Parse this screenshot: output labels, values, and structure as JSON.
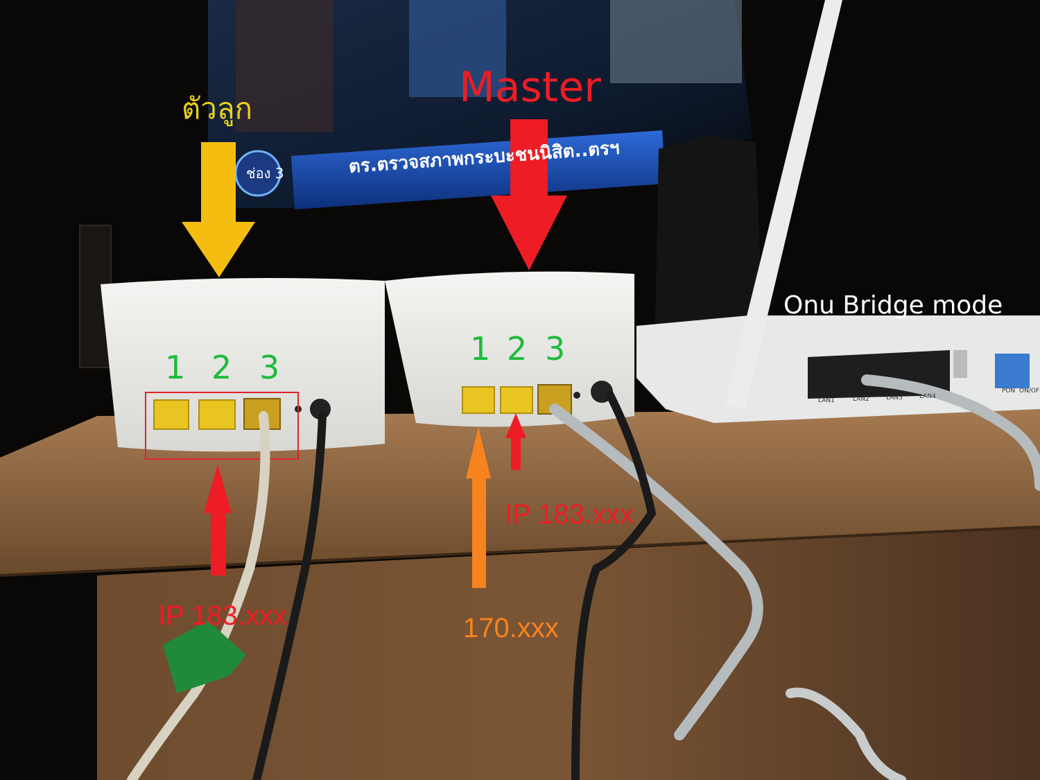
{
  "annotations": {
    "child_node_label": "ตัวลูก",
    "master_label": "Master",
    "onu_label": "Onu Bridge mode",
    "left_port_numbers": [
      "1",
      "2",
      "3"
    ],
    "master_port_numbers": [
      "1",
      "2",
      "3"
    ],
    "left_ip_label": "IP 183.xxx",
    "master_ip_label": "IP 183.xxx",
    "orange_ip_label": "170.xxx"
  },
  "tv": {
    "ticker_text": "ตร.ตรวจสภาพกระบะชนนิสิต..ตรฯ",
    "channel_badge": "ช่อง 3"
  },
  "onu_ports": [
    "LAN1",
    "LAN2",
    "LAN3",
    "LAN4",
    "PON",
    "ON/OFF"
  ],
  "colors": {
    "child_label": "#e9d21a",
    "master_label": "#ee1c24",
    "port_numbers": "#1dbb3a",
    "ip_red": "#ee1c24",
    "ip_orange": "#f7831e",
    "arrow_yellow": "#f5bd10",
    "arrow_red": "#ee1c24",
    "arrow_orange": "#f7831e",
    "wood": "#8a6440"
  }
}
